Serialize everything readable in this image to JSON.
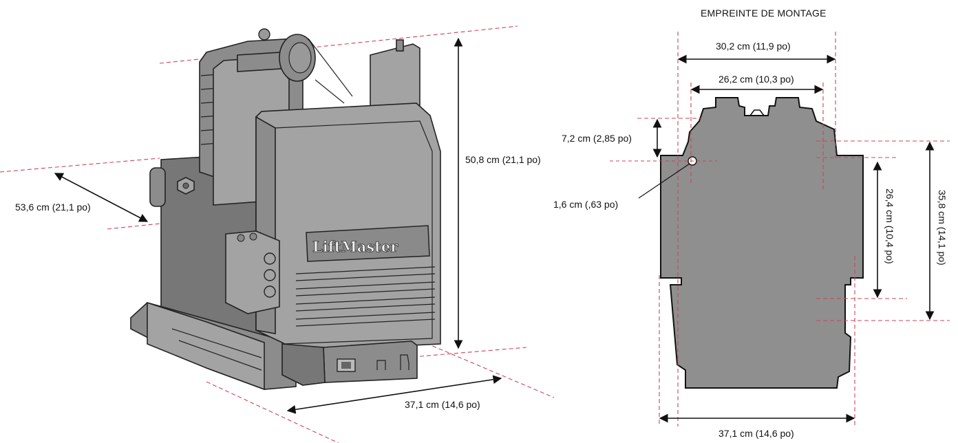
{
  "product": {
    "logo_text": "LiftMaster",
    "height_label": "50,8 cm (21,1 po)",
    "depth_label": "53,6 cm (21,1 po)",
    "width_label": "37,1 cm (14,6 po)"
  },
  "footprint": {
    "title": "EMPREINTE DE MONTAGE",
    "top_outer_label": "30,2 cm (11,9 po)",
    "top_inner_label": "26,2 cm (10,3 po)",
    "left_offset_label": "7,2 cm (2,85 po)",
    "hole_label": "1,6 cm (,63 po)",
    "inner_height_label": "26,4 cm (10,4 po)",
    "outer_height_label": "35,8 cm (14,1 po)",
    "bottom_width_label": "37,1 cm (14,6 po)"
  },
  "colors": {
    "guide_line": "#c8445a",
    "body_gray": "#8c8c8c",
    "outline": "#222222"
  }
}
